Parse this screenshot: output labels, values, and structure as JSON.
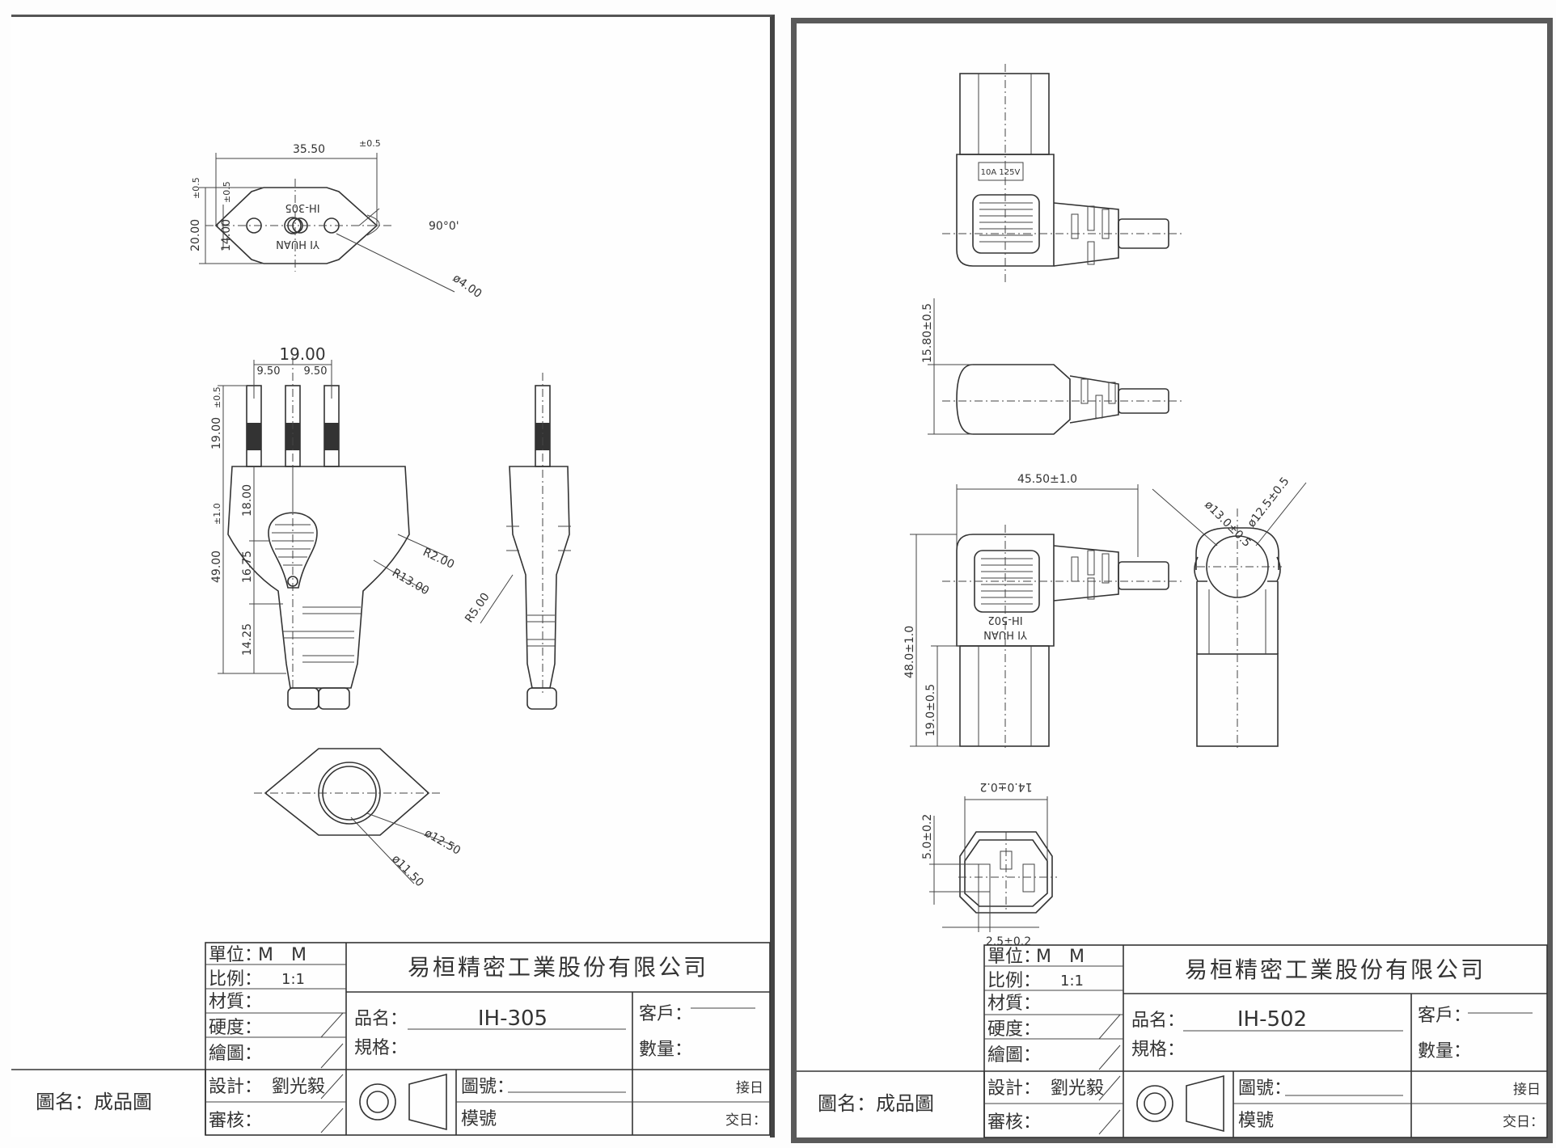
{
  "left_sheet": {
    "dims": {
      "width_top": "35.50",
      "width_top_tol": "±0.5",
      "h20": "20.00",
      "h20_tol": "±0.5",
      "h14": "14.00",
      "h14_tol": "±0.5",
      "angle": "90°0'",
      "dia_pin": "ø4.00",
      "pin_span": "19.00",
      "pin_half_a": "9.50",
      "pin_half_b": "9.50",
      "pin_len": "19.00",
      "pin_len_tol": "±0.5",
      "body_len": "49.00",
      "body_len_tol": "±1.0",
      "seg_a": "18.00",
      "seg_b": "16.75",
      "seg_c": "14.25",
      "r2": "R2.00",
      "r13": "R13.00",
      "r5": "R5.00",
      "dia_outer": "ø12.50",
      "dia_inner": "ø11.50"
    },
    "face_text": {
      "line1": "IH-305",
      "line2": "YI HUAN"
    },
    "title_block": {
      "unit_label": "單位：",
      "unit_value": "M　M",
      "scale_label": "比例：",
      "scale_value": "1:1",
      "material_label": "材質：",
      "hardness_label": "硬度：",
      "drawn_label": "繪圖：",
      "design_label": "設計：",
      "design_value": "劉光毅",
      "review_label": "審核：",
      "company": "易桓精密工業股份有限公司",
      "product_label": "品名：",
      "product_value": "IH-305",
      "spec_label": "規格：",
      "customer_label": "客戶：",
      "quantity_label": "數量：",
      "drawing_no_label": "圖號：",
      "mold_label": "模號",
      "receive_label": "接日",
      "deliver_label": "交日：",
      "title_label": "圖名：成品圖"
    }
  },
  "right_sheet": {
    "dims": {
      "rating": "10A 125V",
      "h158": "15.80±0.5",
      "w455": "45.50±1.0",
      "h48": "48.0±1.0",
      "h19": "19.0±0.5",
      "d13": "ø13.0±0.5",
      "d125": "ø12.5±0.5",
      "w14": "14.0±0.2",
      "h5": "5.0±0.2",
      "w25": "2.5±0.2"
    },
    "face_text": {
      "line1": "IH-502",
      "line2": "YI HUAN"
    },
    "title_block": {
      "unit_label": "單位：",
      "unit_value": "M　M",
      "scale_label": "比例：",
      "scale_value": "1:1",
      "material_label": "材質：",
      "hardness_label": "硬度：",
      "drawn_label": "繪圖：",
      "design_label": "設計：",
      "design_value": "劉光毅",
      "review_label": "審核：",
      "company": "易桓精密工業股份有限公司",
      "product_label": "品名：",
      "product_value": "IH-502",
      "spec_label": "規格：",
      "customer_label": "客戶：",
      "quantity_label": "數量：",
      "drawing_no_label": "圖號：",
      "mold_label": "模號",
      "receive_label": "接日",
      "deliver_label": "交日：",
      "title_label": "圖名：成品圖"
    }
  }
}
